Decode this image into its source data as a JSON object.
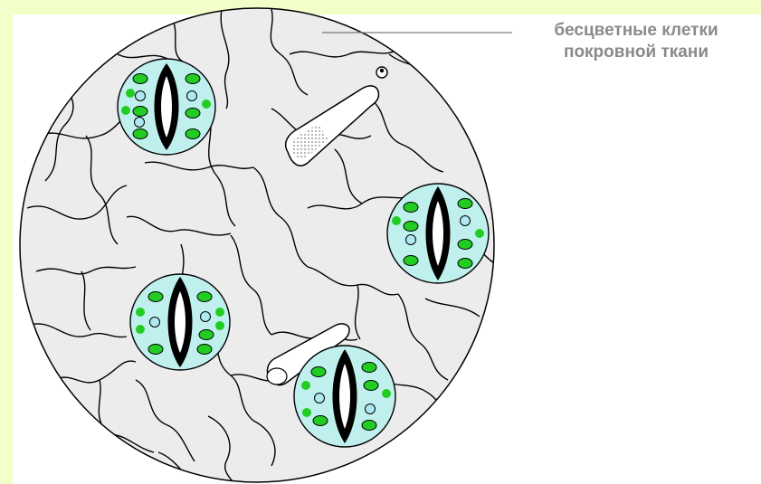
{
  "diagram": {
    "label_line_1": "бесцветные клетки",
    "label_line_2": "покровной ткани"
  },
  "colors": {
    "background": "#ffffff",
    "frame_strip": "#f2ffc8",
    "epidermis_fill": "#ececec",
    "cell_wall": "#000000",
    "guard_cell_fill": "#bff0ee",
    "chloroplast": "#22cc22",
    "colorless_plastid": "#aee8f0",
    "label_text": "#8a8a8a"
  },
  "icons": [
    "microscope-field",
    "stoma",
    "hair",
    "chloroplast"
  ]
}
